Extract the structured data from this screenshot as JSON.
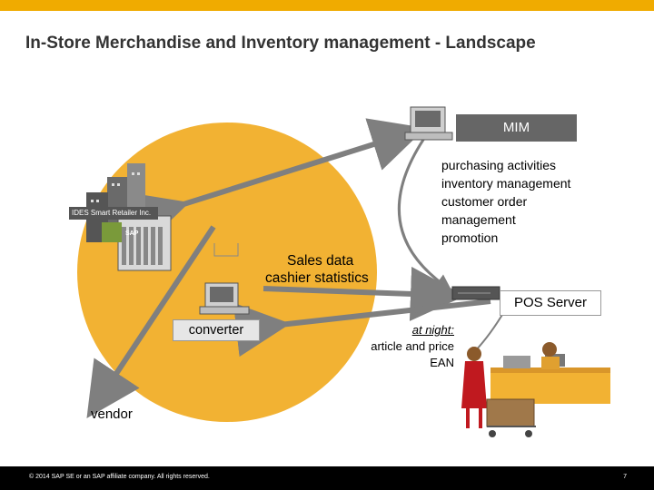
{
  "title": "In-Store Merchandise and Inventory management - Landscape",
  "mim": {
    "label": "MIM",
    "functions": [
      "purchasing activities",
      "inventory management",
      "customer order",
      "management",
      "promotion"
    ]
  },
  "ides_label": "IDES Smart Retailer Inc.",
  "sap_logo": "SAP",
  "sales": [
    "Sales data",
    "cashier statistics"
  ],
  "pos_server": "POS Server",
  "converter": "converter",
  "night": [
    "at night:",
    "article and price",
    "EAN"
  ],
  "vendor": "vendor",
  "footer": {
    "copyright": "© 2014 SAP SE or an SAP affiliate company. All rights reserved.",
    "page": "7"
  },
  "colors": {
    "accent": "#f0ab00",
    "circle": "#f2b233",
    "arrow": "#7f7f7f",
    "mim_box": "#666666"
  }
}
